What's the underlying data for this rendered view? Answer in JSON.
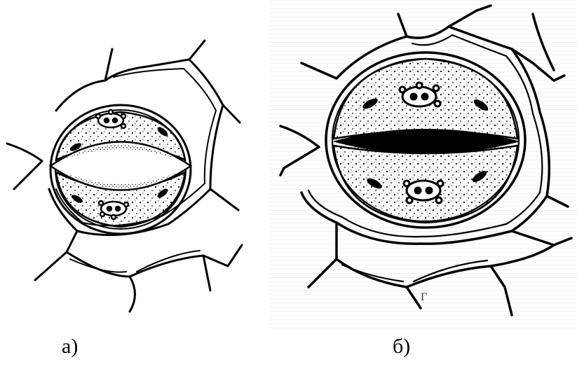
{
  "panels": [
    {
      "label": "а)",
      "state": "open"
    },
    {
      "label": "б)",
      "state": "closed"
    }
  ],
  "stray_mark": "Г",
  "colors": {
    "line": "#000000",
    "paper": "#ffffff",
    "texture": "#d9d9d9"
  }
}
